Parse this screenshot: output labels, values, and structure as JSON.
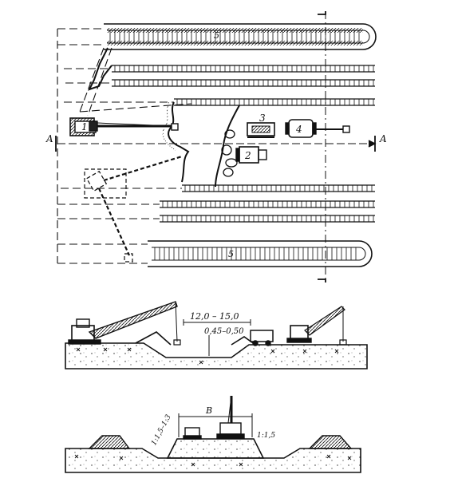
{
  "plan": {
    "section_marker_left": "A",
    "section_marker_right": "A",
    "label_excavator": "1",
    "label_bulldozer": "2",
    "label_scraper": "3",
    "label_tractor": "4",
    "label_ridge_top": "5",
    "label_ridge_bottom": "5"
  },
  "elevation": {
    "span_label": "12,0 – 15,0",
    "depth_label": "0,45–0,50"
  },
  "cross_section": {
    "width_label": "B",
    "slope_left": "1:1,5–1:3",
    "slope_right": "1:1,5"
  },
  "colors": {
    "ink": "#111111",
    "paper": "#ffffff"
  }
}
